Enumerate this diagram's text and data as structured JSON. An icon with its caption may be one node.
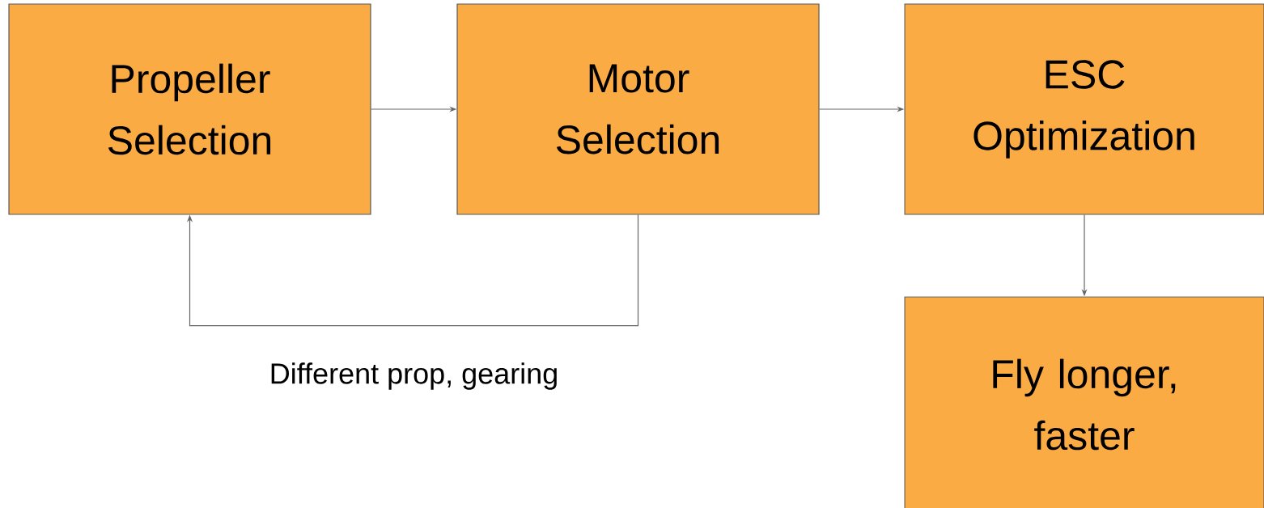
{
  "diagram": {
    "nodes": [
      {
        "text": [
          "Propeller Selection"
        ]
      },
      {
        "text": [
          "Motor Selection"
        ]
      },
      {
        "text": [
          "ESC Optimization"
        ]
      },
      {
        "text": [
          "Fly longer, faster"
        ]
      }
    ],
    "edges": [
      {
        "from": 0,
        "to": 1,
        "arrow": "to"
      },
      {
        "from": 1,
        "to": 2,
        "arrow": "to"
      },
      {
        "from": 2,
        "to": 3,
        "arrow": "to"
      },
      {
        "from": 1,
        "to": 0,
        "arrow": "to",
        "label": "Different prop, gearing"
      }
    ]
  }
}
